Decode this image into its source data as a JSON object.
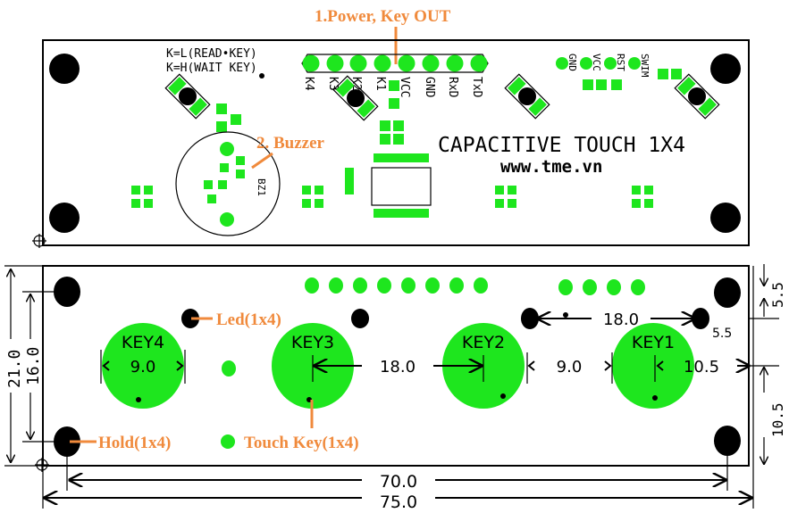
{
  "colors": {
    "pad": "#1ee61e",
    "annotation": "#f08a3c",
    "hole": "#000000"
  },
  "annotations": {
    "power": "1.Power, Key OUT",
    "buzzer": "2. Buzzer",
    "led": "Led(1x4)",
    "hold": "Hold(1x4)",
    "touch_key": "Touch Key(1x4)"
  },
  "top_board": {
    "mode_lines": [
      "K=L(READ•KEY)",
      "K=H(WAIT KEY)"
    ],
    "header_pins": [
      "K4",
      "K3",
      "K2",
      "K1",
      "VCC",
      "GND",
      "RxD",
      "TxD"
    ],
    "swim_pins": [
      "GND",
      "VCC",
      "RST",
      "SWIM"
    ],
    "title": "CAPACITIVE TOUCH 1X4",
    "website": "www.tme.vn",
    "buzzer_ref": "BZ1"
  },
  "bottom_board": {
    "keys": [
      "KEY4",
      "KEY3",
      "KEY2",
      "KEY1"
    ],
    "dims": {
      "width_holes": "70.0",
      "width_total": "75.0",
      "height_total": "21.0",
      "height_holes": "16.0",
      "top_offset": "5.5",
      "right_offset_small": "5.5",
      "bottom_offset": "10.5",
      "led_spacing": "18.0",
      "key_spacing": "18.0",
      "key_diameter": "9.0",
      "key_gap": "9.0",
      "key_edge": "10.5"
    }
  }
}
